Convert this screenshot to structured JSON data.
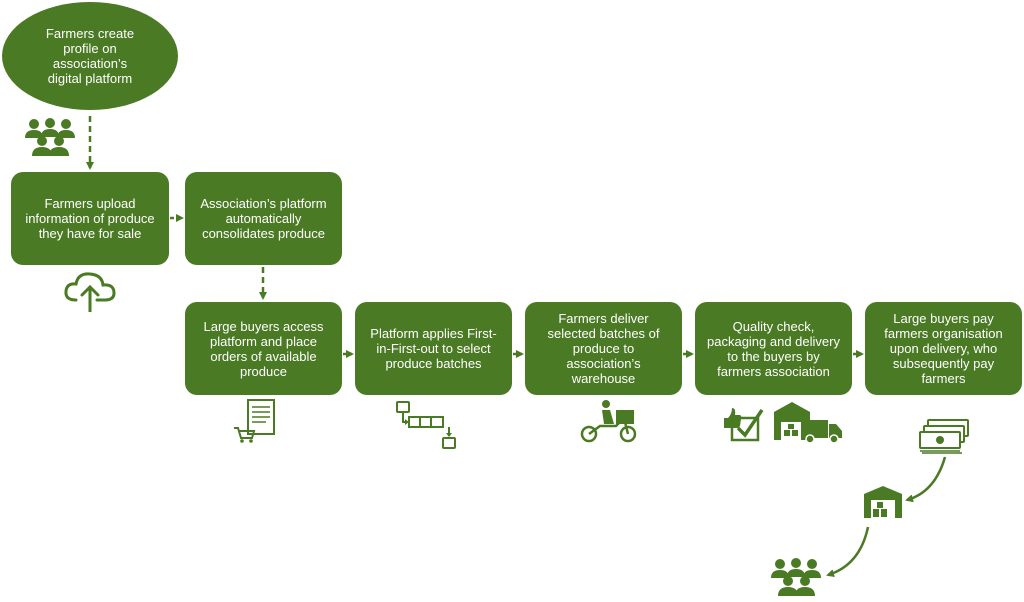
{
  "colors": {
    "primary": "#4a7a24",
    "text": "#ffffff"
  },
  "start": {
    "text": "Farmers create profile on association’s digital platform"
  },
  "steps": [
    {
      "text": "Farmers upload information of produce they have for sale"
    },
    {
      "text": "Association’s platform automatically consolidates produce"
    },
    {
      "text": "Large buyers access platform and place orders of available produce"
    },
    {
      "text": "Platform applies First-in-First-out to select produce batches"
    },
    {
      "text": "Farmers deliver selected batches of produce to association’s warehouse"
    },
    {
      "text": "Quality check, packaging and delivery to the buyers by farmers association"
    },
    {
      "text": "Large buyers pay farmers organisation upon delivery, who subsequently  pay farmers"
    }
  ],
  "icons": {
    "farmers_top": "farmers-group-icon",
    "upload": "cloud-upload-icon",
    "order": "order-document-cart-icon",
    "fifo": "fifo-flow-icon",
    "scooter": "delivery-scooter-icon",
    "quality": "thumbs-up-check-icon",
    "warehouse_truck": "warehouse-truck-icon",
    "money": "money-stack-icon",
    "warehouse": "warehouse-icon",
    "farmers_bottom": "farmers-group-icon"
  }
}
